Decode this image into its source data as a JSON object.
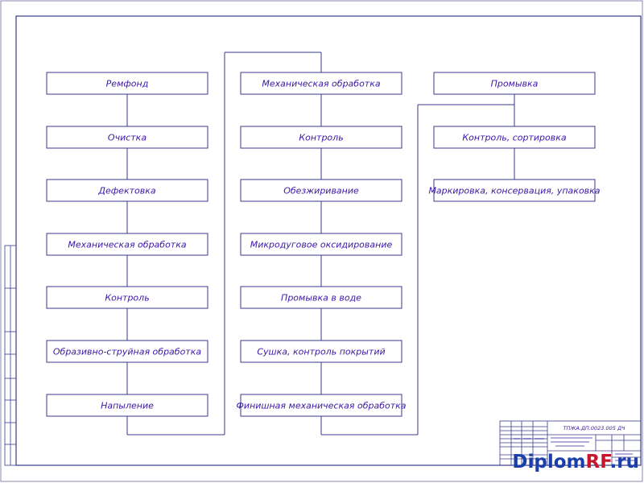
{
  "diagram": {
    "columns": [
      {
        "id": "col-1",
        "steps": [
          "Ремфонд",
          "Очистка",
          "Дефектовка",
          "Механическая обработка",
          "Контроль",
          "Образивно-струйная обработка",
          "Напыление"
        ]
      },
      {
        "id": "col-2",
        "steps": [
          "Механическая обработка",
          "Контроль",
          "Обезжиривание",
          "Микродуговое оксидирование",
          "Промывка в воде",
          "Сушка, контроль покрытий",
          "Финишная механическая обработка"
        ]
      },
      {
        "id": "col-3",
        "steps": [
          "Промывка",
          "Контроль, сортировка",
          "Маркировка, консервация, упаковка"
        ]
      }
    ]
  },
  "title_block": {
    "code": "ТПЖА.ДП.0023.005 ДЧ"
  },
  "watermark": {
    "part1": "Diplom",
    "part2": "RF",
    "part3": ".ru"
  },
  "colors": {
    "ink": "#3a16a8",
    "frame": "#3a3a8a",
    "watermark_red": "#c8152b",
    "watermark_blue": "#1a3fa8"
  }
}
